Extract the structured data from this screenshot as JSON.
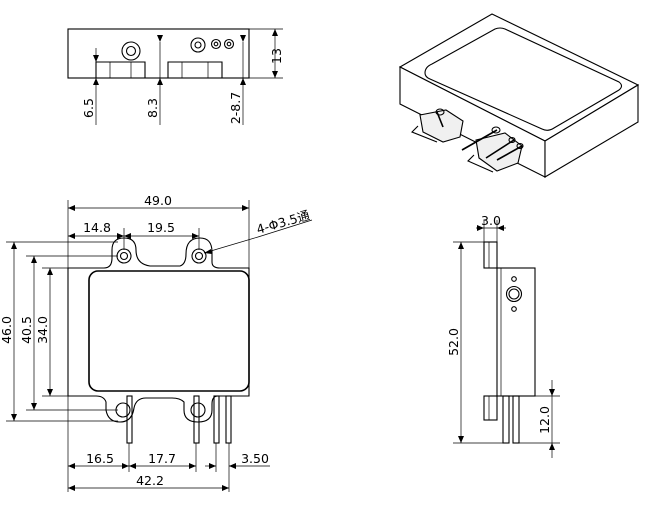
{
  "top_view": {
    "dim_height": "13",
    "dim_left": "6.5",
    "dim_mid": "8.3",
    "dim_right": "2-8.7"
  },
  "front_view": {
    "dim_width": "49.0",
    "dim_hole_left": "14.8",
    "dim_hole_pitch": "19.5",
    "hole_note": "4-Φ3.5通",
    "dim_total_height": "46.0",
    "dim_hole_spacing": "40.5",
    "dim_body_height": "34.0",
    "dim_pin1": "16.5",
    "dim_pin2": "17.7",
    "dim_pin3": "3.50",
    "dim_pin_span": "42.2"
  },
  "side_view": {
    "dim_thickness": "3.0",
    "dim_length": "52.0",
    "dim_pin_length": "12.0"
  }
}
